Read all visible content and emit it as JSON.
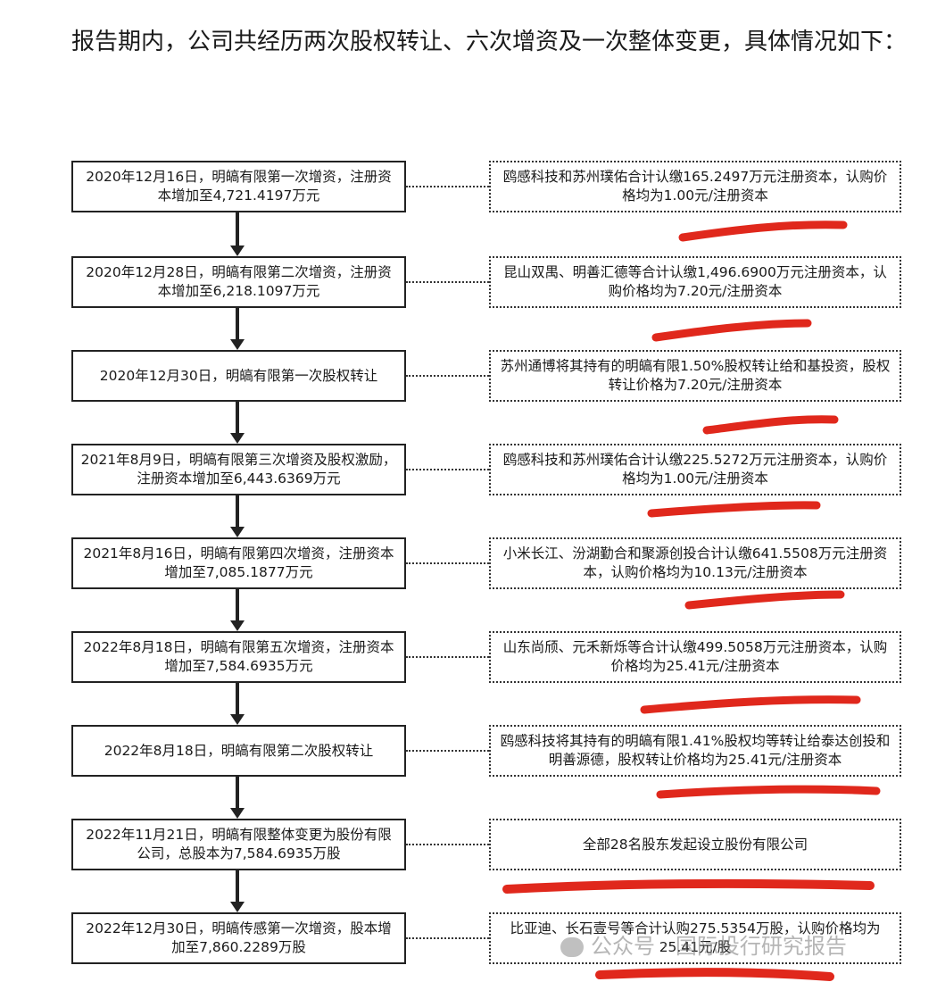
{
  "intro": "报告期内，公司共经历两次股权转让、六次增资及一次整体变更，具体情况如下：",
  "events": [
    {
      "left": "2020年12月16日，明皜有限第一次增资，注册资本增加至4,721.4197万元",
      "right": "鸥感科技和苏州璞佑合计认缴165.2497万元注册资本，认购价格均为1.00元/注册资本"
    },
    {
      "left": "2020年12月28日，明皜有限第二次增资，注册资本增加至6,218.1097万元",
      "right": "昆山双禺、明善汇德等合计认缴1,496.6900万元注册资本，认购价格均为7.20元/注册资本"
    },
    {
      "left": "2020年12月30日，明皜有限第一次股权转让",
      "right": "苏州通博将其持有的明皜有限1.50%股权转让给和基投资，股权转让价格为7.20元/注册资本"
    },
    {
      "left": "2021年8月9日，明皜有限第三次增资及股权激励，注册资本增加至6,443.6369万元",
      "right": "鸥感科技和苏州璞佑合计认缴225.5272万元注册资本，认购价格均为1.00元/注册资本"
    },
    {
      "left": "2021年8月16日，明皜有限第四次增资，注册资本增加至7,085.1877万元",
      "right": "小米长江、汾湖勤合和聚源创投合计认缴641.5508万元注册资本，认购价格均为10.13元/注册资本"
    },
    {
      "left": "2022年8月18日，明皜有限第五次增资，注册资本增加至7,584.6935万元",
      "right": "山东尚颀、元禾新烁等合计认缴499.5058万元注册资本，认购价格均为25.41元/注册资本"
    },
    {
      "left": "2022年8月18日，明皜有限第二次股权转让",
      "right": "鸥感科技将其持有的明皜有限1.41%股权均等转让给泰达创投和明善源德，股权转让价格均为25.41元/注册资本"
    },
    {
      "left": "2022年11月21日，明皜有限整体变更为股份有限公司，总股本为7,584.6935万股",
      "right": "全部28名股东发起设立股份有限公司"
    },
    {
      "left": "2022年12月30日，明皜传感第一次增资，股本增加至7,860.2289万股",
      "right": "比亚迪、长石壹号等合计认购275.5354万股，认购价格均为25.41元/股"
    }
  ],
  "watermark": "公众号 · 国际投行研究报告",
  "colors": {
    "annotation": "#e0281c",
    "text": "#1a1a1a"
  }
}
